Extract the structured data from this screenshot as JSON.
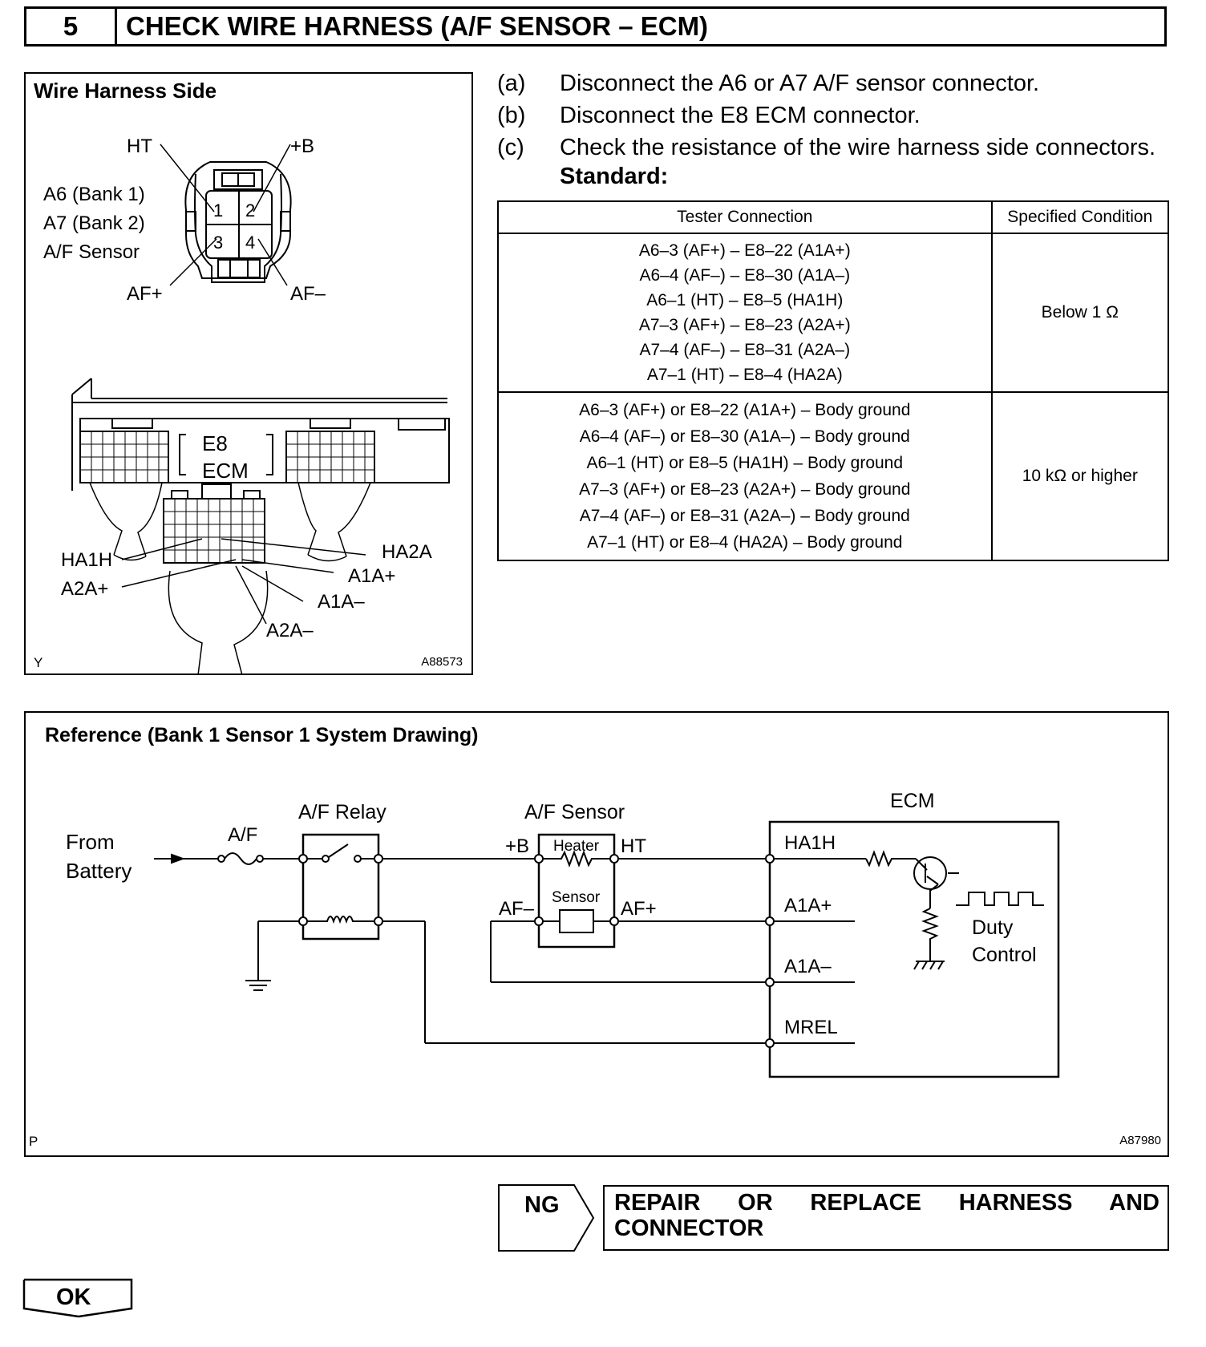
{
  "header": {
    "step_number": "5",
    "title": "CHECK WIRE HARNESS (A/F SENSOR – ECM)"
  },
  "harness_figure": {
    "title": "Wire Harness Side",
    "connector_labels": {
      "ht": "HT",
      "plus_b": "+B",
      "af_plus": "AF+",
      "af_minus": "AF–",
      "line1": "A6 (Bank 1)",
      "line2": "A7 (Bank 2)",
      "line3": "A/F Sensor"
    },
    "pins": [
      "1",
      "2",
      "3",
      "4"
    ],
    "ecm_labels": {
      "e8": "E8",
      "ecm": "ECM",
      "ha1h": "HA1H",
      "a2a_plus": "A2A+",
      "ha2a": "HA2A",
      "a1a_plus": "A1A+",
      "a1a_minus": "A1A–",
      "a2a_minus": "A2A–"
    },
    "corner_left": "Y",
    "figure_id": "A88573"
  },
  "instructions": [
    {
      "letter": "(a)",
      "text": "Disconnect the A6 or A7 A/F sensor connector."
    },
    {
      "letter": "(b)",
      "text": "Disconnect the E8 ECM connector."
    },
    {
      "letter": "(c)",
      "text": "Check the resistance of the wire harness side connectors."
    }
  ],
  "standard_label": "Standard:",
  "table": {
    "headers": [
      "Tester Connection",
      "Specified Condition"
    ],
    "groups": [
      {
        "connections": [
          "A6–3 (AF+) – E8–22 (A1A+)",
          "A6–4 (AF–) – E8–30 (A1A–)",
          "A6–1 (HT) – E8–5 (HA1H)",
          "A7–3 (AF+) – E8–23 (A2A+)",
          "A7–4 (AF–) – E8–31 (A2A–)",
          "A7–1 (HT) – E8–4 (HA2A)"
        ],
        "condition": "Below 1 Ω"
      },
      {
        "connections": [
          "A6–3 (AF+) or E8–22 (A1A+) – Body ground",
          "A6–4 (AF–) or E8–30 (A1A–) – Body ground",
          "A6–1 (HT) or E8–5 (HA1H) – Body ground",
          "A7–3 (AF+) or E8–23 (A2A+) – Body ground",
          "A7–4 (AF–) or E8–31 (A2A–) – Body ground",
          "A7–1 (HT) or E8–4 (HA2A) – Body ground"
        ],
        "condition": "10 kΩ or higher"
      }
    ]
  },
  "reference": {
    "title": "Reference (Bank 1 Sensor 1 System Drawing)",
    "from_battery_1": "From",
    "from_battery_2": "Battery",
    "fuse": "A/F",
    "relay": "A/F Relay",
    "sensor": "A/F Sensor",
    "heater": "Heater",
    "sensor_element": "Sensor",
    "plus_b": "+B",
    "ht": "HT",
    "af_minus": "AF–",
    "af_plus": "AF+",
    "ecm": "ECM",
    "ha1h": "HA1H",
    "a1a_plus": "A1A+",
    "a1a_minus": "A1A–",
    "mrel": "MREL",
    "duty_1": "Duty",
    "duty_2": "Control",
    "corner_left": "P",
    "figure_id": "A87980"
  },
  "result": {
    "ng": "NG",
    "ng_action": "REPAIR OR REPLACE HARNESS AND CONNECTOR",
    "ok": "OK"
  }
}
